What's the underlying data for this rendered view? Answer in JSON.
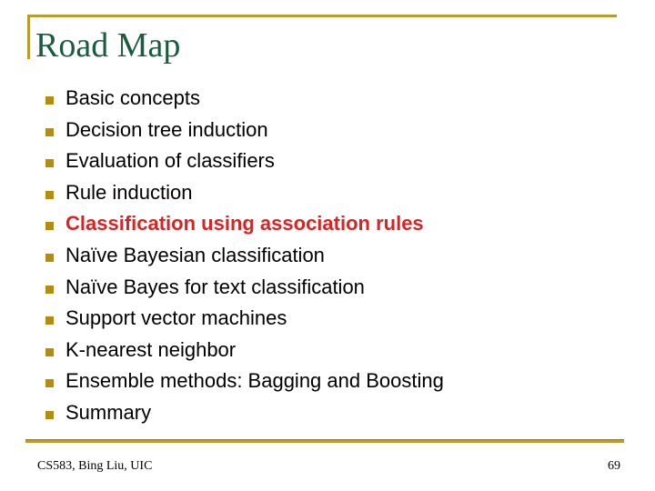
{
  "slide": {
    "title": "Road Map",
    "bullets": [
      {
        "label": "Basic concepts",
        "highlight": false
      },
      {
        "label": "Decision tree induction",
        "highlight": false
      },
      {
        "label": "Evaluation of classifiers",
        "highlight": false
      },
      {
        "label": "Rule induction",
        "highlight": false
      },
      {
        "label": "Classification using association rules",
        "highlight": true
      },
      {
        "label": "Naïve Bayesian classification",
        "highlight": false
      },
      {
        "label": "Naïve Bayes for text classification",
        "highlight": false
      },
      {
        "label": "Support vector machines",
        "highlight": false
      },
      {
        "label": "K-nearest neighbor",
        "highlight": false
      },
      {
        "label": "Ensemble methods: Bagging and Boosting",
        "highlight": false
      },
      {
        "label": "Summary",
        "highlight": false
      }
    ],
    "footer": {
      "left": "CS583, Bing Liu, UIC",
      "page_number": "69"
    },
    "colors": {
      "accent_gold": "#bd9b2b",
      "bullet_gold": "#b28d12",
      "title_green": "#1a5c3e",
      "highlight_red": "#dd2222"
    }
  }
}
